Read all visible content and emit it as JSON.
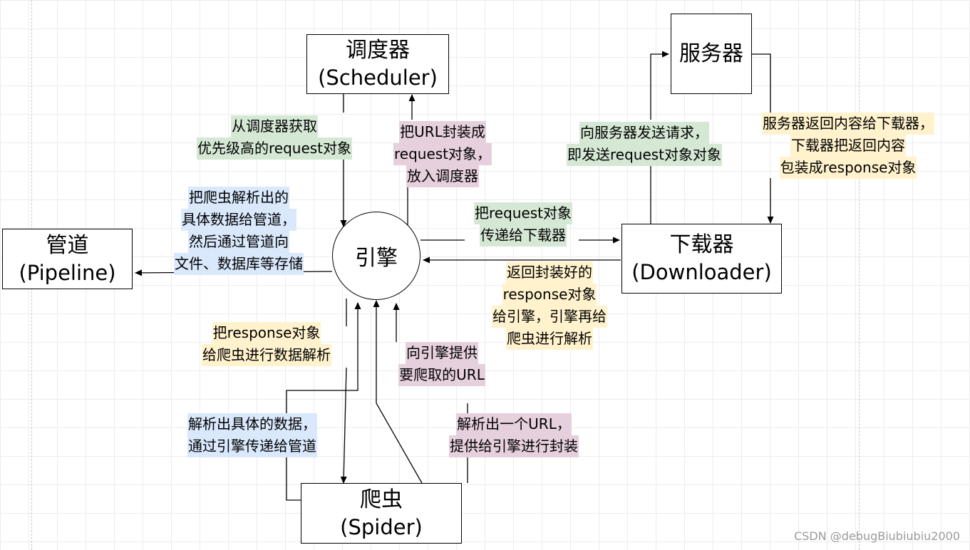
{
  "nodes": {
    "scheduler": {
      "title": "调度器",
      "subtitle": "(Scheduler)"
    },
    "server": {
      "title": "服务器"
    },
    "pipeline": {
      "title": "管道",
      "subtitle": "(Pipeline)"
    },
    "engine": {
      "title": "引擎"
    },
    "downloader": {
      "title": "下载器",
      "subtitle": "(Downloader)"
    },
    "spider": {
      "title": "爬虫",
      "subtitle": "(Spider)"
    }
  },
  "edges": {
    "scheduler_to_engine": [
      "从调度器获取",
      "优先级高的request对象"
    ],
    "engine_to_scheduler": [
      "把URL封装成",
      "request对象，",
      "放入调度器"
    ],
    "downloader_to_server": [
      "向服务器发送请求，",
      "即发送request对象对象"
    ],
    "server_to_downloader": [
      "服务器返回内容给下载器，",
      "下载器把返回内容",
      "包装成response对象"
    ],
    "engine_to_pipeline": [
      "把爬虫解析出的",
      "具体数据给管道，",
      "然后通过管道向",
      "文件、数据库等存储"
    ],
    "engine_to_downloader": [
      "把request对象",
      "传递给下载器"
    ],
    "downloader_to_engine": [
      "返回封装好的",
      "response对象",
      "给引擎，引擎再给",
      "爬虫进行解析"
    ],
    "engine_to_spider": [
      "把response对象",
      "给爬虫进行数据解析"
    ],
    "spider_url_to_engine": [
      "向引擎提供",
      "要爬取的URL"
    ],
    "spider_data_to_engine": [
      "解析出具体的数据，",
      "通过引擎传递给管道"
    ],
    "spider_parse_url": [
      "解析出一个URL，",
      "提供给引擎进行封装"
    ]
  },
  "watermark": "CSDN @debugBiubiubiu2000",
  "colors": {
    "green_label": "#d5e8d4",
    "pink_label": "#e6d0de",
    "blue_label": "#dae8fc",
    "yellow_label": "#fff2cc"
  }
}
